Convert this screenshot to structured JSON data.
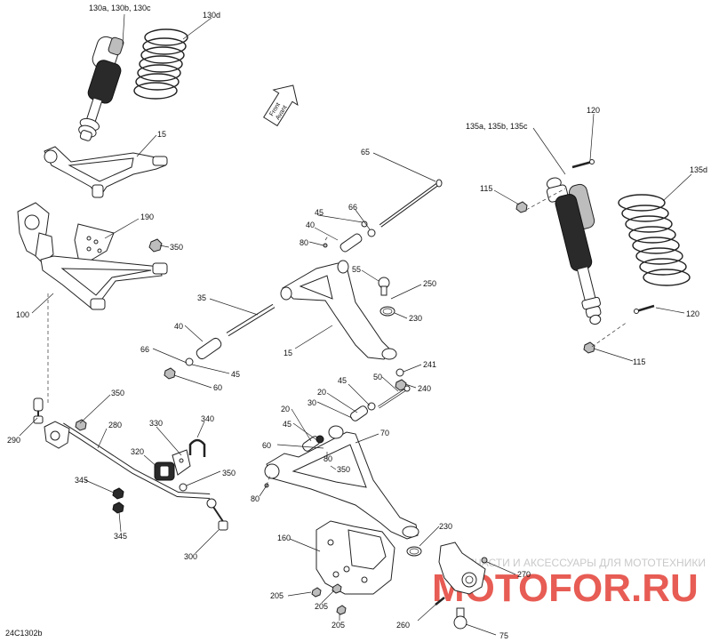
{
  "diagram": {
    "drawing_code": "24C1302b",
    "direction_arrow": {
      "line1": "Front",
      "line2": "Avant"
    },
    "labels": {
      "l130abc": "130a, 130b, 130c",
      "l130d": "130d",
      "l15_top": "15",
      "l190": "190",
      "l350_a": "350",
      "l100": "100",
      "l65": "65",
      "l66_a": "66",
      "l45_a": "45",
      "l40_a": "40",
      "l80_a": "80",
      "l55": "55",
      "l250": "250",
      "l230_a": "230",
      "l35": "35",
      "l15_mid": "15",
      "l40_b": "40",
      "l66_b": "66",
      "l45_b": "45",
      "l60_a": "60",
      "l241": "241",
      "l240": "240",
      "l45_c": "45",
      "l50": "50",
      "l20_a": "20",
      "l30": "30",
      "l20_b": "20",
      "l45_d": "45",
      "l70": "70",
      "l60_b": "60",
      "l80_b": "80",
      "l350_b": "350",
      "l80_c": "80",
      "l135abc": "135a, 135b, 135c",
      "l120_a": "120",
      "l115_a": "115",
      "l135d": "135d",
      "l120_b": "120",
      "l115_b": "115",
      "l350_c": "350",
      "l290": "290",
      "l280": "280",
      "l330": "330",
      "l340": "340",
      "l320": "320",
      "l350_d": "350",
      "l345_a": "345",
      "l345_b": "345",
      "l300": "300",
      "l160": "160",
      "l230_b": "230",
      "l270": "270",
      "l205_a": "205",
      "l205_b": "205",
      "l205_c": "205",
      "l260": "260",
      "l75": "75"
    },
    "watermark": {
      "text": "ЗАПЧАСТИ И АКСЕССУАРЫ ДЛЯ МОТОТЕХНИКИ",
      "brand": "MOTOFOR.RU",
      "brand_color": "#e0261b"
    }
  }
}
